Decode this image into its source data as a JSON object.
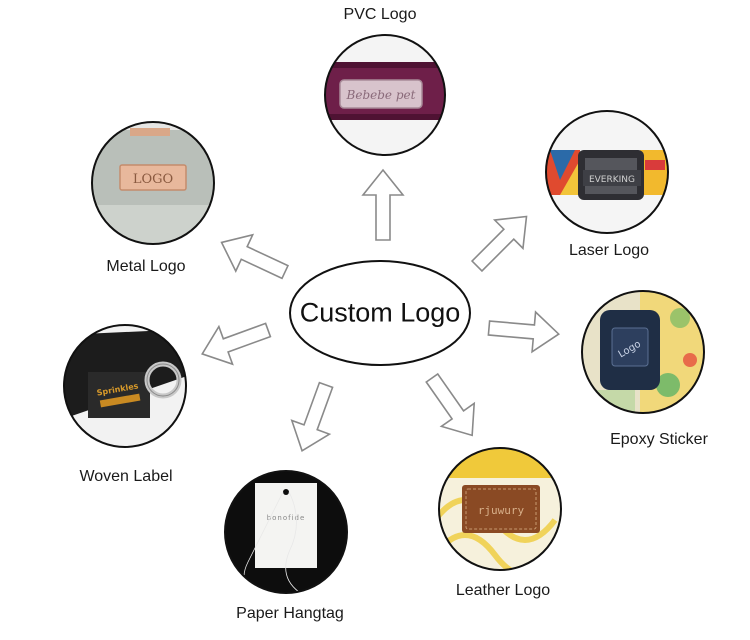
{
  "center": {
    "label": "Custom Logo"
  },
  "items": [
    {
      "id": "pvc",
      "label": "PVC Logo",
      "tag_text": "Bebebe pet"
    },
    {
      "id": "laser",
      "label": "Laser Logo",
      "tag_text": "EVERKING"
    },
    {
      "id": "epoxy",
      "label": "Epoxy Sticker",
      "tag_text": "Logo"
    },
    {
      "id": "leather",
      "label": "Leather Logo",
      "tag_text": "rjuwury"
    },
    {
      "id": "paper",
      "label": "Paper Hangtag",
      "tag_text": "bonofide"
    },
    {
      "id": "woven",
      "label": "Woven Label",
      "tag_text": "Sprinkles"
    },
    {
      "id": "metal",
      "label": "Metal Logo",
      "tag_text": "LOGO"
    }
  ],
  "colors": {
    "pvc_strap": "#6e1f49",
    "leather_patch": "#8a4a24",
    "epoxy_buckle": "#1f2e45",
    "woven_strap": "#1c1c1c",
    "metal_plate": "#e8b89c"
  }
}
